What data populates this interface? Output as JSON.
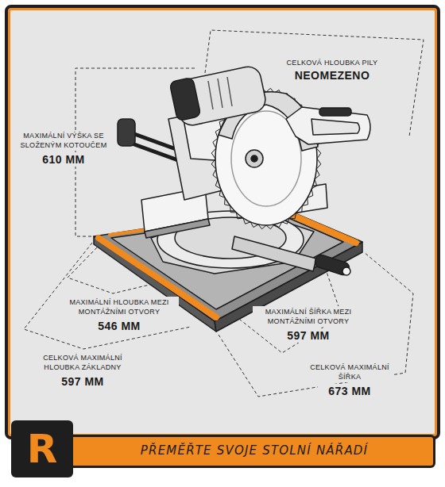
{
  "diagram": {
    "caption": "PŘEMĚŘTE SVOJE STOLNÍ NÁŘADÍ",
    "labels": [
      "CELKOVÁ HLOUBKA PILY",
      "NEOMEZENO",
      "MAXIMÁLNÍ VÝŠKA SE SLOŽENÝM KOTOUČEM",
      "610 MM",
      "MAXIMÁLNÍ HLOUBKA MEZI MONTÁŽNÍMI OTVORY",
      "546 MM",
      "MAXIMÁLNÍ ŠÍŘKA MEZI MONTÁŽNÍMI OTVORY",
      "597 MM",
      "CELKOVÁ MAXIMÁLNÍ HLOUBKA ZÁKLADNY",
      "597 MM",
      "CELKOVÁ MAXIMÁLNÍ ŠÍŘKA",
      "673 MM",
      "R"
    ]
  }
}
